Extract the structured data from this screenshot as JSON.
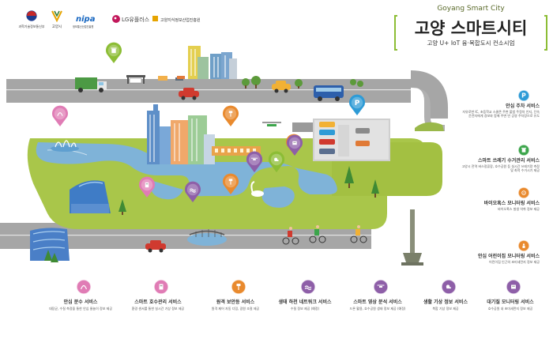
{
  "logos": [
    {
      "name": "과학기술정보통신부",
      "color": "#1d3d8f"
    },
    {
      "name": "고양시",
      "color": "#2e7d32"
    },
    {
      "name": "nipa",
      "sub": "정보통신산업진흥원",
      "color": "#1565c0"
    },
    {
      "name": "LG U+",
      "label": "LG유플러스",
      "color": "#c2185b"
    },
    {
      "name": "고양지식정보산업진흥원",
      "color": "#e6a400"
    }
  ],
  "header": {
    "subtitle_en": "Goyang Smart City",
    "title_ko": "고양 스마트시티",
    "tagline": "고양 U+ IoT 융·복합도시 컨소시엄"
  },
  "colors": {
    "accent_green": "#8cbd35",
    "road": "#9e9e9e",
    "water": "#7fb3d8",
    "grass": "#a9c64a"
  },
  "right_services": [
    {
      "title": "안심 주차 서비스",
      "desc1": "자유로변 IC, 초등학교 스쿨존 주변 불법 주정차 인지, 단속",
      "desc2": "운전자에게 경보와 함께 주변 빈 공영 주차장으로 유도",
      "color": "#2e9bd6",
      "icon": "parking-icon"
    },
    {
      "title": "스마트 쓰레기 수거관리 서비스",
      "desc1": "고양시 전역 버스정류장, 호수공원 등 실시간 쓰레기량 측정",
      "desc2": "및 최적 수거시기 제공",
      "color": "#3ca54b",
      "icon": "trash-icon"
    },
    {
      "title": "바이오혹스 모니터링 서비스",
      "desc1": "바이오혹스 발생 억취 정보 제공",
      "desc2": "",
      "color": "#e98a2e",
      "icon": "bio-icon"
    },
    {
      "title": "안심 어린이집 모니터링 서비스",
      "desc1": "어린이집 인근의 초미세먼지 정보 제공",
      "desc2": "",
      "color": "#e98a2e",
      "icon": "child-icon"
    }
  ],
  "bottom_services": [
    {
      "title": "안심 분수 서비스",
      "desc": "대장균, 수질 측정을 통한 안심 물놀이 정보 제공",
      "color": "#e07cb5",
      "icon": "fountain-icon"
    },
    {
      "title": "스마트 호수관리 서비스",
      "desc": "환경 센서를 통한 실시간 기상 정보 제공",
      "color": "#e07cb5",
      "icon": "lake-icon"
    },
    {
      "title": "원격 보안등 서비스",
      "desc": "원격 제어 자동 디밍, 광원 조절 제공",
      "color": "#e98a2e",
      "icon": "light-icon"
    },
    {
      "title": "생태 하천 네트워크 서비스",
      "desc": "수질 정보 제공 (예정)",
      "color": "#8e5fa8",
      "icon": "river-icon"
    },
    {
      "title": "스마트 영상 분석 서비스",
      "desc": "드론 활용, 호수공원 생태 정보 제공 (예정)",
      "color": "#8e5fa8",
      "icon": "drone-icon"
    },
    {
      "title": "생활 기상 정보 서비스",
      "desc": "복합 기상 정보 제공",
      "color": "#8e5fa8",
      "icon": "weather-icon"
    },
    {
      "title": "대기질 모니터링 서비스",
      "desc": "호수공원 내 초미세먼지 정보 제공",
      "color": "#8e5fa8",
      "icon": "air-icon"
    }
  ],
  "map_pins": [
    {
      "color": "#8cbd35",
      "icon": "trash-icon"
    },
    {
      "color": "#e07cb5",
      "icon": "fountain-icon"
    },
    {
      "color": "#e07cb5",
      "icon": "lake-icon"
    },
    {
      "color": "#e98a2e",
      "icon": "light-icon"
    },
    {
      "color": "#2e9bd6",
      "icon": "parking-icon"
    },
    {
      "color": "#e98a2e",
      "icon": "bio-icon"
    },
    {
      "color": "#8e5fa8",
      "icon": "river-icon"
    },
    {
      "color": "#8e5fa8",
      "icon": "drone-icon"
    },
    {
      "color": "#8cbd35",
      "icon": "weather-icon"
    },
    {
      "color": "#8e5fa8",
      "icon": "air-icon"
    },
    {
      "color": "#e98a2e",
      "icon": "light-icon"
    },
    {
      "color": "#e98a2e",
      "icon": "child-icon"
    }
  ]
}
